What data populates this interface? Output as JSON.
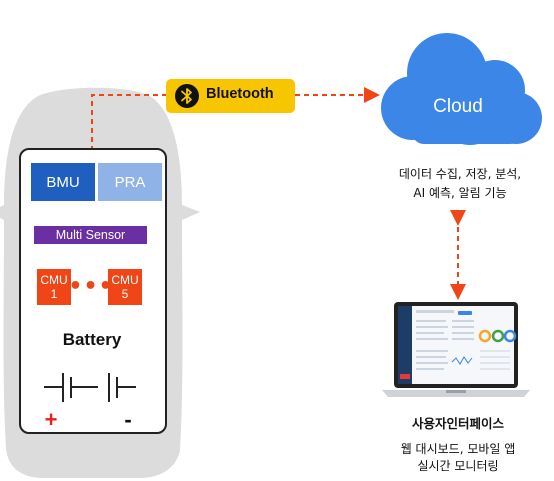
{
  "colors": {
    "car_body": "#dcdcdc",
    "connector": "#f04516",
    "bluetooth_badge": "#f7c600",
    "cloud": "#3b86e6",
    "bmu": "#1f5fbf",
    "pra": "#8fb3e6",
    "multi_sensor": "#6a2fa3",
    "cmu": "#f04516"
  },
  "vehicle": {
    "modules": {
      "bmu": "BMU",
      "pra": "PRA",
      "multi_sensor": "Multi Sensor",
      "cmu_first": [
        "CMU",
        "1"
      ],
      "cmu_ellipsis": "•••",
      "cmu_last": [
        "CMU",
        "5"
      ]
    },
    "battery": {
      "title": "Battery",
      "plus": "+",
      "minus": "-"
    }
  },
  "bluetooth": {
    "label": "Bluetooth",
    "icon": "bluetooth-icon"
  },
  "cloud": {
    "label": "Cloud",
    "description_lines": [
      "데이터 수집, 저장, 분석,",
      "AI 예측, 알림 기능"
    ]
  },
  "user_interface": {
    "icon": "laptop-dashboard-icon",
    "title": "사용자인터페이스",
    "description_lines": [
      "웹 대시보드, 모바일 앱",
      "실시간 모니터링"
    ]
  }
}
